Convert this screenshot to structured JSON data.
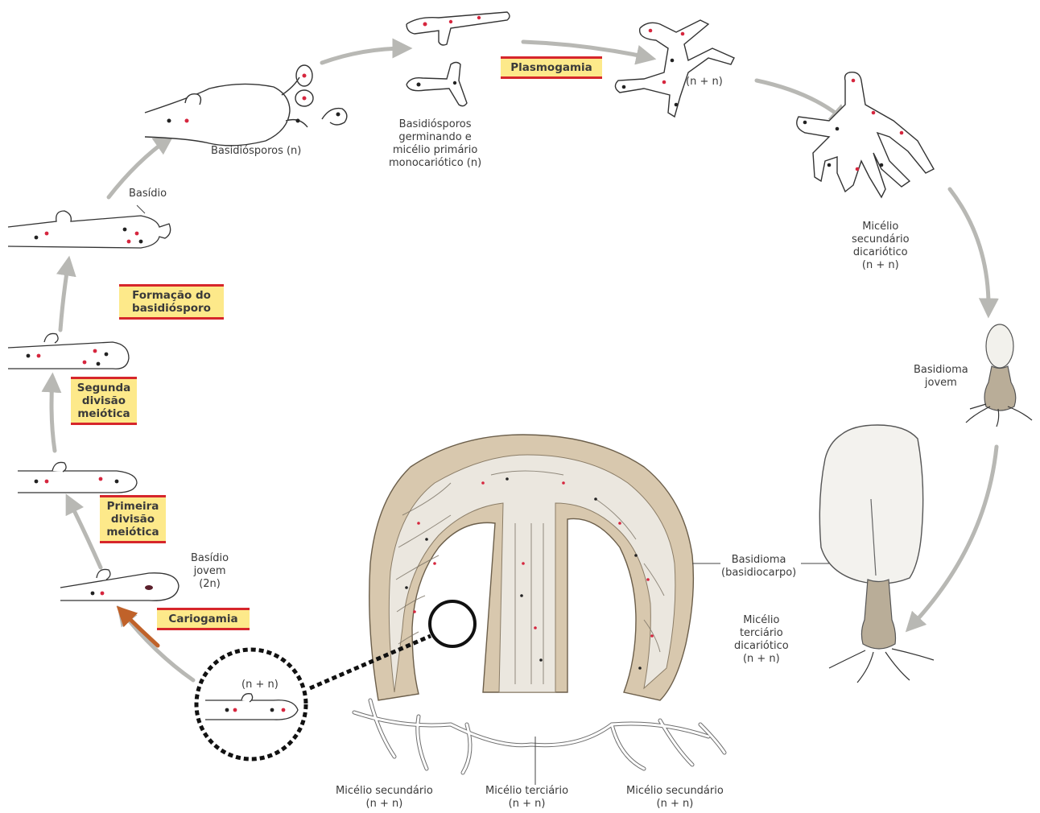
{
  "stages": {
    "plasmogamia": "Plasmogamia",
    "cariogamia": "Cariogamia",
    "primeira_divisao": [
      "Primeira",
      "divisão",
      "meiótica"
    ],
    "segunda_divisao": [
      "Segunda",
      "divisão",
      "meiótica"
    ],
    "formacao_basidiosporo": [
      "Formação do",
      "basidiósporo"
    ]
  },
  "labels": {
    "basidiosporos": "Basidiósporos (n)",
    "germinando": [
      "Basidiósporos",
      "germinando e",
      "micélio primário",
      "monocariótico (n)"
    ],
    "n_mais_n_top": "(n + n)",
    "micelio_secundario_dicariotico": [
      "Micélio",
      "secundário",
      "dicariótico",
      "(n + n)"
    ],
    "basidioma_jovem": [
      "Basidioma",
      "jovem"
    ],
    "basidioma_basidiocarpo": [
      "Basidioma",
      "(basidiocarpo)"
    ],
    "micelio_terciario_dicariotico": [
      "Micélio",
      "terciário",
      "dicariótico",
      "(n + n)"
    ],
    "basidio": "Basídio",
    "basidio_jovem": [
      "Basídio",
      "jovem",
      "(2n)"
    ],
    "n_mais_n_circle": "(n + n)",
    "micelio_secundario_left": [
      "Micélio secundário",
      "(n + n)"
    ],
    "micelio_terciario_bottom": [
      "Micélio terciário",
      "(n + n)"
    ],
    "micelio_secundario_right": [
      "Micélio secundário",
      "(n + n)"
    ]
  },
  "colors": {
    "tag_fill": "#fde98a",
    "tag_border": "#d6262b",
    "arrow": "#b8b8b4",
    "arrow_karyogamy": "#c0622a",
    "tissue": "#d8c8ae",
    "nucleus_black": "#222222",
    "nucleus_red": "#d6263e"
  },
  "icons": [
    "mushroom-young-icon",
    "mushroom-mature-icon",
    "basidiocarp-section-icon",
    "hypha-icon",
    "magnifier-circle-icon"
  ]
}
